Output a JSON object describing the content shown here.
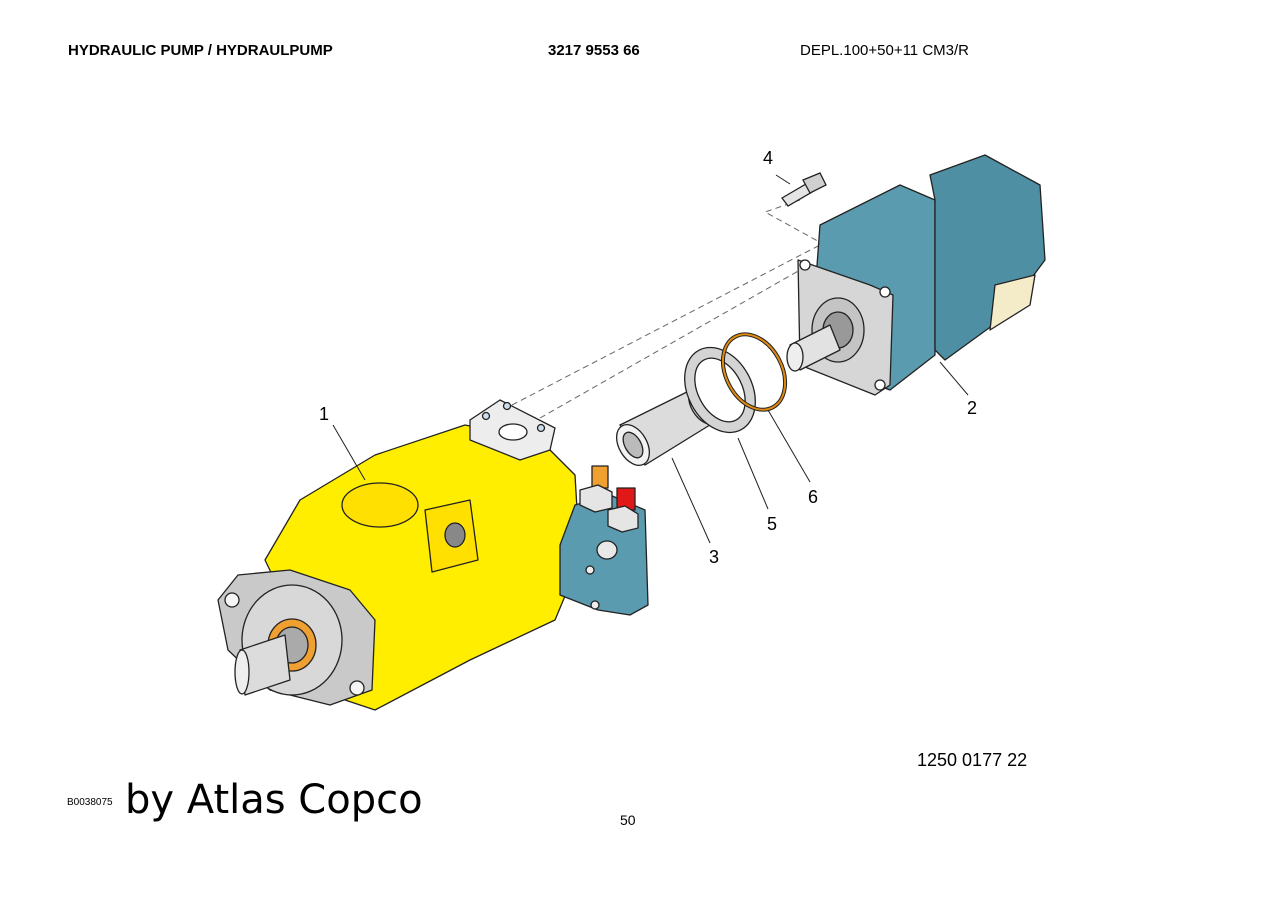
{
  "header": {
    "title": "HYDRAULIC PUMP / HYDRAULPUMP",
    "part_number": "3217 9553 66",
    "displacement": "DEPL.100+50+11 CM3/R"
  },
  "callouts": [
    "1",
    "2",
    "3",
    "4",
    "5",
    "6"
  ],
  "colors": {
    "main_pump": "#ffee00",
    "gear_pump": "#5b9bb0",
    "valve_block": "#5b9bb0",
    "outline": "#222222",
    "plug_orange": "#f0a030",
    "plug_red": "#e01818",
    "seal_ring": "#e08a10"
  },
  "footer": {
    "document_number": "1250 0177 22",
    "reference_code": "B0038075",
    "watermark": "by Atlas Copco",
    "page_number": "50"
  }
}
